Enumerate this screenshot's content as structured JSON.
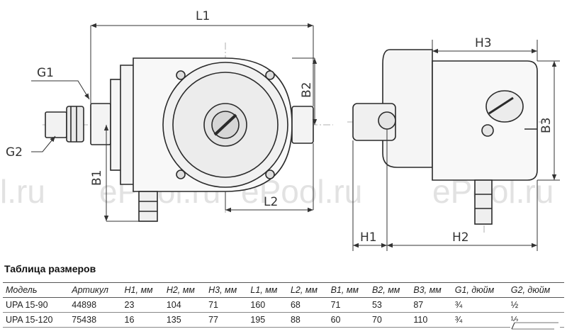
{
  "watermark": "ePool.ru",
  "watermark_partial": "l.ru",
  "dimension_labels": {
    "l1": "L1",
    "l2": "L2",
    "g1": "G1",
    "g2": "G2",
    "b1": "B1",
    "b2": "B2",
    "b3": "B3",
    "h1": "H1",
    "h2": "H2",
    "h3": "H3"
  },
  "table": {
    "title": "Таблица размеров",
    "headers": [
      "Модель",
      "Артикул",
      "H1, мм",
      "H2, мм",
      "H3, мм",
      "L1, мм",
      "L2, мм",
      "B1, мм",
      "B2, мм",
      "B3, мм",
      "G1, дюйм",
      "G2, дюйм"
    ],
    "rows": [
      [
        "UPA 15-90",
        "44898",
        "23",
        "104",
        "71",
        "160",
        "68",
        "71",
        "53",
        "87",
        "¾",
        "½"
      ],
      [
        "UPA 15-120",
        "75438",
        "16",
        "135",
        "77",
        "195",
        "88",
        "60",
        "70",
        "110",
        "¾",
        "½"
      ]
    ]
  },
  "brand_logo_text": "ePool.ru"
}
